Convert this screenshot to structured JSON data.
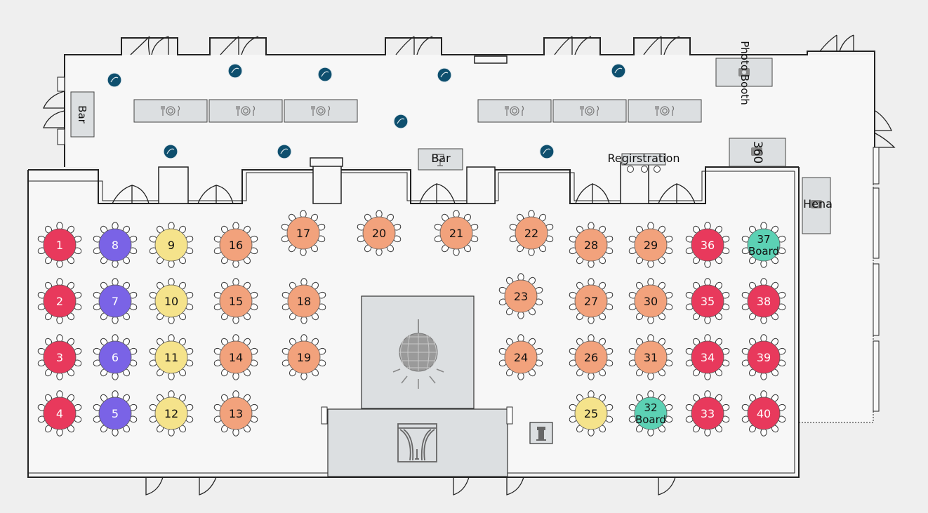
{
  "colors": {
    "background": "#efefef",
    "floor": "#f7f7f7",
    "wall": "#222222",
    "fixture_fill": "#dcdfe1",
    "fixture_stroke": "#444444",
    "chair_fill": "#ffffff",
    "chair_stroke": "#333333",
    "cocktail_fill": "#0e4f6e",
    "stage_fill": "#dcdfe1"
  },
  "group_colors": {
    "red": "#e8395c",
    "purple": "#7a63e6",
    "yellow": "#f5e38b",
    "orange": "#f2a27c",
    "teal": "#5cd1b4"
  },
  "labels": {
    "bar_left": "Bar",
    "bar_center": "Bar",
    "registration": "Regirstration",
    "photo_booth": "Photo Booth",
    "booth_360": "360",
    "hena": "Hena"
  },
  "icons": {
    "buffet": "plate-cutlery-icon",
    "cocktail": "cocktail-table-icon",
    "dance_floor": "disco-ball-icon",
    "stage": "stage-curtain-icon",
    "podium": "podium-icon",
    "camera": "camera-icon",
    "bar": "wine-glass-icon"
  },
  "tables": [
    {
      "number": "1",
      "group": "red"
    },
    {
      "number": "2",
      "group": "red"
    },
    {
      "number": "3",
      "group": "red"
    },
    {
      "number": "4",
      "group": "red"
    },
    {
      "number": "5",
      "group": "purple"
    },
    {
      "number": "6",
      "group": "purple"
    },
    {
      "number": "7",
      "group": "purple"
    },
    {
      "number": "8",
      "group": "purple"
    },
    {
      "number": "9",
      "group": "yellow"
    },
    {
      "number": "10",
      "group": "yellow"
    },
    {
      "number": "11",
      "group": "yellow"
    },
    {
      "number": "12",
      "group": "yellow"
    },
    {
      "number": "13",
      "group": "orange"
    },
    {
      "number": "14",
      "group": "orange"
    },
    {
      "number": "15",
      "group": "orange"
    },
    {
      "number": "16",
      "group": "orange"
    },
    {
      "number": "17",
      "group": "orange"
    },
    {
      "number": "18",
      "group": "orange"
    },
    {
      "number": "19",
      "group": "orange"
    },
    {
      "number": "20",
      "group": "orange"
    },
    {
      "number": "21",
      "group": "orange"
    },
    {
      "number": "22",
      "group": "orange"
    },
    {
      "number": "23",
      "group": "orange"
    },
    {
      "number": "24",
      "group": "orange"
    },
    {
      "number": "25",
      "group": "yellow"
    },
    {
      "number": "26",
      "group": "orange"
    },
    {
      "number": "27",
      "group": "orange"
    },
    {
      "number": "28",
      "group": "orange"
    },
    {
      "number": "29",
      "group": "orange"
    },
    {
      "number": "30",
      "group": "orange"
    },
    {
      "number": "31",
      "group": "orange"
    },
    {
      "number": "32",
      "sublabel": "Board",
      "group": "teal"
    },
    {
      "number": "33",
      "group": "red"
    },
    {
      "number": "34",
      "group": "red"
    },
    {
      "number": "35",
      "group": "red"
    },
    {
      "number": "36",
      "group": "red"
    },
    {
      "number": "37",
      "sublabel": "Board",
      "group": "teal"
    },
    {
      "number": "38",
      "group": "red"
    },
    {
      "number": "39",
      "group": "red"
    },
    {
      "number": "40",
      "group": "red"
    }
  ]
}
